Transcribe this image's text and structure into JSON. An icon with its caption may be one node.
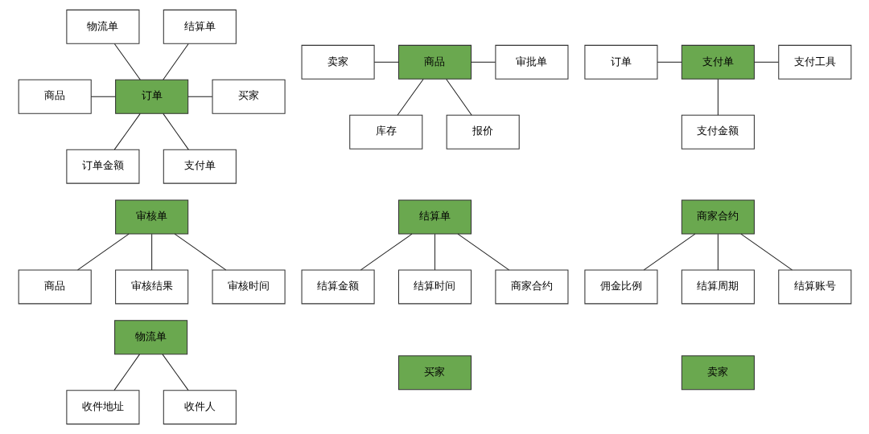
{
  "diagram": {
    "nodes": [
      {
        "text": [
          "卖家"
        ]
      },
      {
        "text": [
          "商品"
        ]
      },
      {
        "text": [
          "审批单"
        ]
      },
      {
        "text": [
          "库存"
        ]
      },
      {
        "text": [
          "报价"
        ]
      },
      {
        "text": [
          "订单"
        ]
      },
      {
        "text": [
          "支付单"
        ]
      },
      {
        "text": [
          "支付工具"
        ]
      },
      {
        "text": [
          "支付金额"
        ]
      },
      {
        "text": [
          "买家"
        ]
      },
      {
        "text": [
          "卖家"
        ]
      },
      {
        "text": [
          "物流单"
        ]
      },
      {
        "text": [
          "收件地址"
        ]
      },
      {
        "text": [
          "收件人"
        ]
      },
      {
        "text": [
          "审核单"
        ]
      },
      {
        "text": [
          "商品"
        ]
      },
      {
        "text": [
          "审核结果"
        ]
      },
      {
        "text": [
          "审核时间"
        ]
      },
      {
        "text": [
          "物流单"
        ]
      },
      {
        "text": [
          "结算单"
        ]
      },
      {
        "text": [
          "商品"
        ]
      },
      {
        "text": [
          "订单"
        ]
      },
      {
        "text": [
          "买家"
        ]
      },
      {
        "text": [
          "订单金额"
        ]
      },
      {
        "text": [
          "支付单"
        ]
      },
      {
        "text": [
          "结算单"
        ]
      },
      {
        "text": [
          "结算金额"
        ]
      },
      {
        "text": [
          "结算时间"
        ]
      },
      {
        "text": [
          "商家合约"
        ]
      },
      {
        "text": [
          "商家合约"
        ]
      },
      {
        "text": [
          "佣金比例"
        ]
      },
      {
        "text": [
          "结算周期"
        ]
      },
      {
        "text": [
          "结算账号"
        ]
      }
    ],
    "edges": [
      {
        "from": 0,
        "to": 1,
        "arrow": "none"
      },
      {
        "from": 1,
        "to": 2,
        "arrow": "none"
      },
      {
        "from": 1,
        "to": 3,
        "arrow": "none"
      },
      {
        "from": 1,
        "to": 4,
        "arrow": "none"
      },
      {
        "from": 5,
        "to": 6,
        "arrow": "none"
      },
      {
        "from": 6,
        "to": 7,
        "arrow": "none"
      },
      {
        "from": 6,
        "to": 8,
        "arrow": "none"
      },
      {
        "from": 11,
        "to": 12,
        "arrow": "none"
      },
      {
        "from": 11,
        "to": 13,
        "arrow": "none"
      },
      {
        "from": 14,
        "to": 15,
        "arrow": "none"
      },
      {
        "from": 14,
        "to": 16,
        "arrow": "none"
      },
      {
        "from": 14,
        "to": 17,
        "arrow": "none"
      },
      {
        "from": 18,
        "to": 21,
        "arrow": "none"
      },
      {
        "from": 19,
        "to": 21,
        "arrow": "none"
      },
      {
        "from": 20,
        "to": 21,
        "arrow": "none"
      },
      {
        "from": 21,
        "to": 22,
        "arrow": "none"
      },
      {
        "from": 21,
        "to": 23,
        "arrow": "none"
      },
      {
        "from": 21,
        "to": 24,
        "arrow": "none"
      },
      {
        "from": 25,
        "to": 26,
        "arrow": "none"
      },
      {
        "from": 25,
        "to": 27,
        "arrow": "none"
      },
      {
        "from": 25,
        "to": 28,
        "arrow": "none"
      },
      {
        "from": 29,
        "to": 30,
        "arrow": "none"
      },
      {
        "from": 29,
        "to": 31,
        "arrow": "none"
      },
      {
        "from": 29,
        "to": 32,
        "arrow": "none"
      }
    ]
  }
}
